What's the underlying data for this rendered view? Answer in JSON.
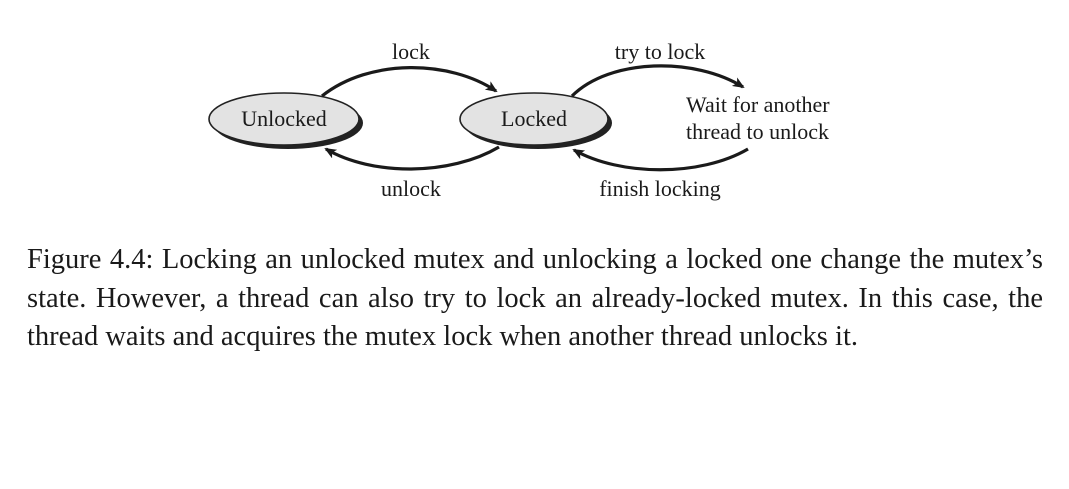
{
  "diagram": {
    "states": {
      "unlocked": "Unlocked",
      "locked": "Locked",
      "wait_line1": "Wait for another",
      "wait_line2": "thread to unlock"
    },
    "transitions": {
      "lock": "lock",
      "unlock": "unlock",
      "try_to_lock": "try to lock",
      "finish_locking": "finish locking"
    }
  },
  "caption": {
    "text": "Figure 4.4: Locking an unlocked mutex and unlocking a locked one change the mutex’s state. However, a thread can also try to lock an already-locked mutex. In this case, the thread waits and acquires the mutex lock when another thread unlocks it."
  }
}
